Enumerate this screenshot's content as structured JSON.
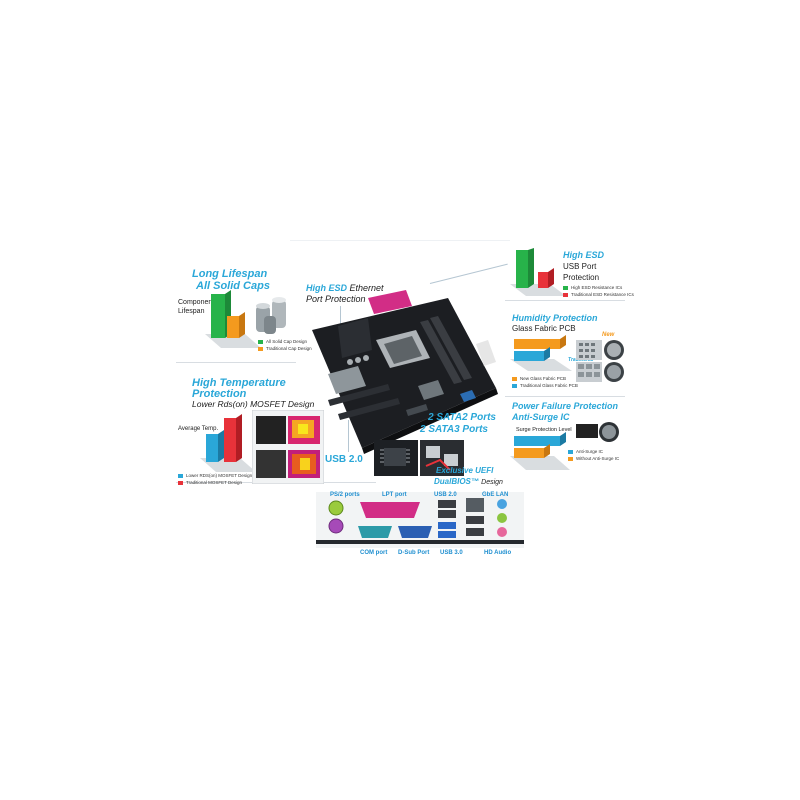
{
  "lifespan": {
    "title1": "Long Lifespan",
    "title2": "All Solid Caps",
    "component_label1": "Component",
    "component_label2": "Lifespan",
    "legend": [
      "All Solid Cap Design",
      "Traditional Cap Design"
    ],
    "colors": [
      "#27b34a",
      "#f49a1e"
    ]
  },
  "esd_ethernet": {
    "title": "High ESD",
    "title_rest": "Ethernet",
    "line2": "Port Protection"
  },
  "esd_usb": {
    "title": "High ESD",
    "line2": "USB Port",
    "line3": "Protection",
    "legend": [
      "High ESD Resistance ICs",
      "Traditional ESD Resistance ICs"
    ],
    "colors": [
      "#27b34a",
      "#e8323a"
    ]
  },
  "humidity": {
    "title": "Humidity Protection",
    "subtitle": "Glass Fabric PCB",
    "tag_new": "New",
    "tag_traditional": "Traditional",
    "legend": [
      "New Glass Fabric PCB",
      "Traditional Glass Fabric PCB"
    ],
    "colors": [
      "#f49a1e",
      "#2aa7d8"
    ]
  },
  "temperature": {
    "title1": "High Temperature",
    "title2": "Protection",
    "subtitle": "Lower Rds(on) MOSFET Design",
    "avg_temp": "Average Temp.",
    "legend": [
      "Lower RDS(on) MOSFET Design",
      "Traditional MOSFET Design"
    ],
    "colors": [
      "#2aa7d8",
      "#e8323a"
    ]
  },
  "sata": {
    "line1": "2 SATA2 Ports",
    "line2": "2 SATA3 Ports"
  },
  "usb20_callout": "USB 2.0",
  "surge": {
    "title1": "Power Failure Protection",
    "title2": "Anti-Surge IC",
    "level": "Surge Protection Level",
    "legend": [
      "Anti-Surge IC",
      "Without Anti-Surge IC"
    ],
    "colors": [
      "#2aa7d8",
      "#f49a1e"
    ]
  },
  "uefi": {
    "line1": "Exclusive UEFI",
    "line2": "DualBIOS™",
    "line2_rest": "Design"
  },
  "io_panel": {
    "ps2": "PS/2 ports",
    "lpt": "LPT port",
    "usb20": "USB 2.0",
    "gbe": "GbE LAN",
    "com": "COM port",
    "dsub": "D-Sub Port",
    "usb30": "USB 3.0",
    "hd_audio": "HD Audio"
  }
}
